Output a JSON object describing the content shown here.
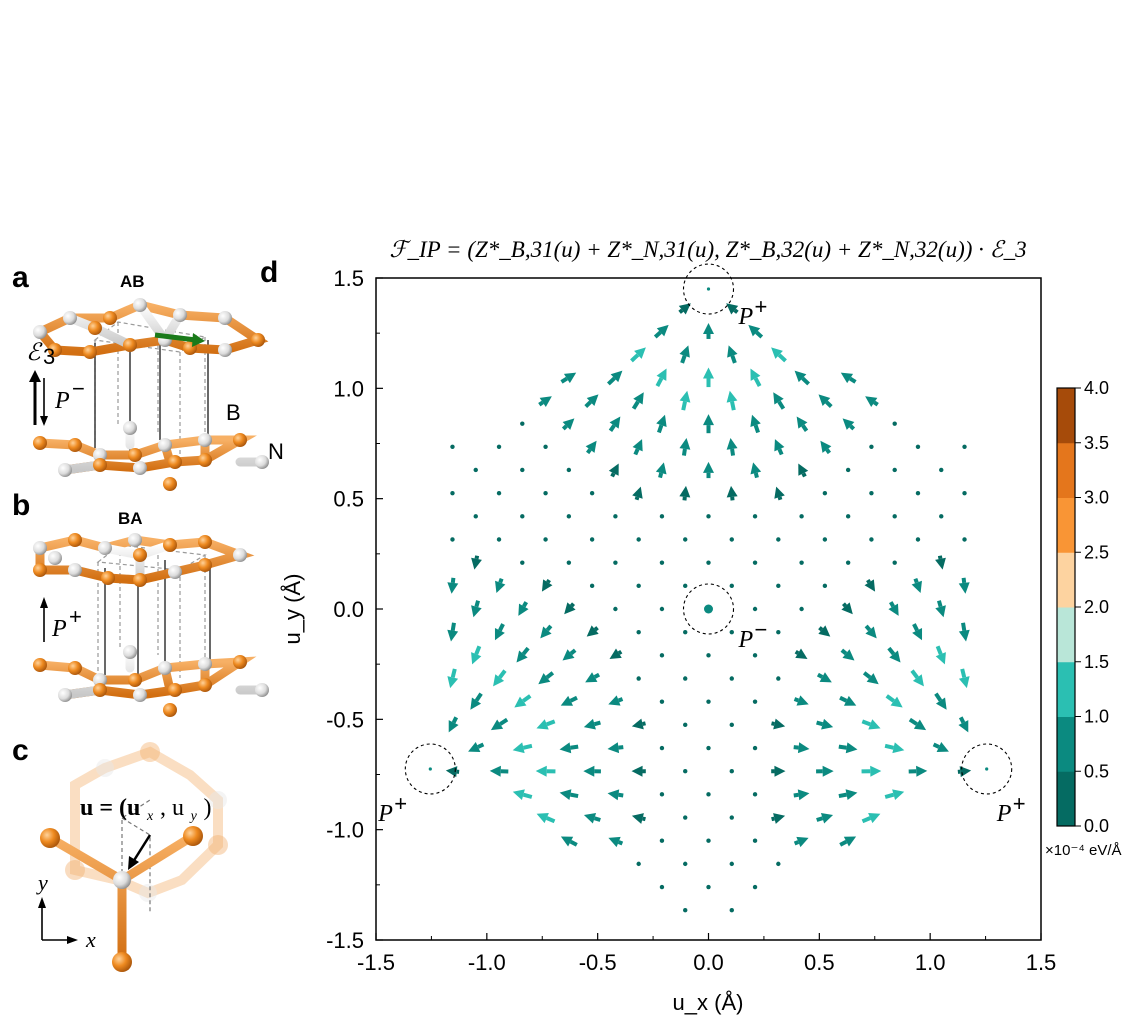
{
  "panels": {
    "a": {
      "label": "a",
      "title": "AB",
      "field": "ℰ",
      "field_sub": "3",
      "polar": "P",
      "polar_sup": "−",
      "atom_b": "B",
      "atom_n": "N"
    },
    "b": {
      "label": "b",
      "title": "BA",
      "polar": "P",
      "polar_sup": "+"
    },
    "c": {
      "label": "c",
      "u_text": "u = (u",
      "u_x": "x",
      "u_mid": ", u",
      "u_y": "y",
      "u_end": ")",
      "axis_y": "y",
      "axis_x": "x"
    },
    "d": {
      "label": "d",
      "formula": "ℱ_IP = (Z*_B,31(u) + Z*_N,31(u), Z*_B,32(u) + Z*_N,32(u)) · ℰ_3"
    }
  },
  "chart_data": {
    "type": "quiver",
    "title": "ℱ_IP = (Z*_B,31(u) + Z*_N,31(u), Z*_B,32(u) + Z*_N,32(u)) · ℰ_3",
    "xlabel": "u_x (Å)",
    "ylabel": "u_y (Å)",
    "xlim": [
      -1.5,
      1.5
    ],
    "ylim": [
      -1.5,
      1.5
    ],
    "xticks": [
      "-1.5",
      "-1.0",
      "-0.5",
      "0.0",
      "0.5",
      "1.0",
      "1.5"
    ],
    "yticks": [
      "-1.5",
      "-1.0",
      "-0.5",
      "0.0",
      "0.5",
      "1.0",
      "1.5"
    ],
    "grid": false,
    "annotations": [
      {
        "text": "P",
        "sup": "+",
        "x": 0.0,
        "y": 1.45
      },
      {
        "text": "P",
        "sup": "−",
        "x": 0.0,
        "y": 0.0
      },
      {
        "text": "P",
        "sup": "+",
        "x": -1.255,
        "y": -0.725
      },
      {
        "text": "P",
        "sup": "+",
        "x": 1.255,
        "y": -0.725
      }
    ],
    "colorbar": {
      "label": "×10⁻⁴ eV/Å",
      "ticks": [
        "0.0",
        "0.5",
        "1.0",
        "1.5",
        "2.0",
        "2.5",
        "3.0",
        "3.5",
        "4.0"
      ],
      "range": [
        0,
        4
      ],
      "colors": [
        "#056b62",
        "#0b8a80",
        "#2bbfb2",
        "#b9e6d8",
        "#fdd3a0",
        "#f99535",
        "#e4761c",
        "#a64b0a"
      ]
    },
    "vector_model": "F(u) = 1.34*[ (P+ - u) * exp(-|P+ - u|^2 / 0.18) over the three P+ sites ] sampled on a hexagonal grid (spacing 0.21 Å, row spacing 0.105 Å) inside the hexagon |u| ≤ 1.45 Å"
  }
}
